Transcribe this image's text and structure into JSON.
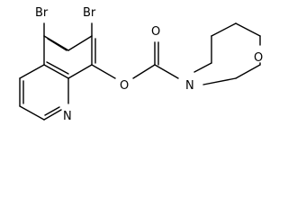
{
  "molecule": {
    "atoms": {
      "br1": "Br",
      "br2": "Br",
      "n_quinoline": "N",
      "o_ester": "O",
      "o_carbonyl": "O",
      "n_morpholine": "N",
      "o_morpholine": "O"
    }
  },
  "colors": {
    "background": "#ffffff",
    "ink": "#000000"
  }
}
